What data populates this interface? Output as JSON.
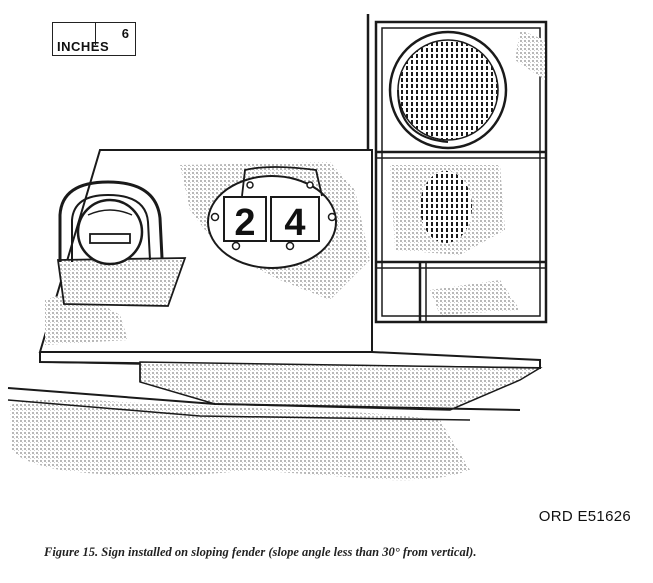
{
  "scale": {
    "unit": "INCHES",
    "value": "6"
  },
  "sign": {
    "digit_left": "2",
    "digit_right": "4"
  },
  "reference": "ORD E51626",
  "caption": "Figure 15.  Sign installed on sloping fender (slope angle less than 30° from vertical)."
}
